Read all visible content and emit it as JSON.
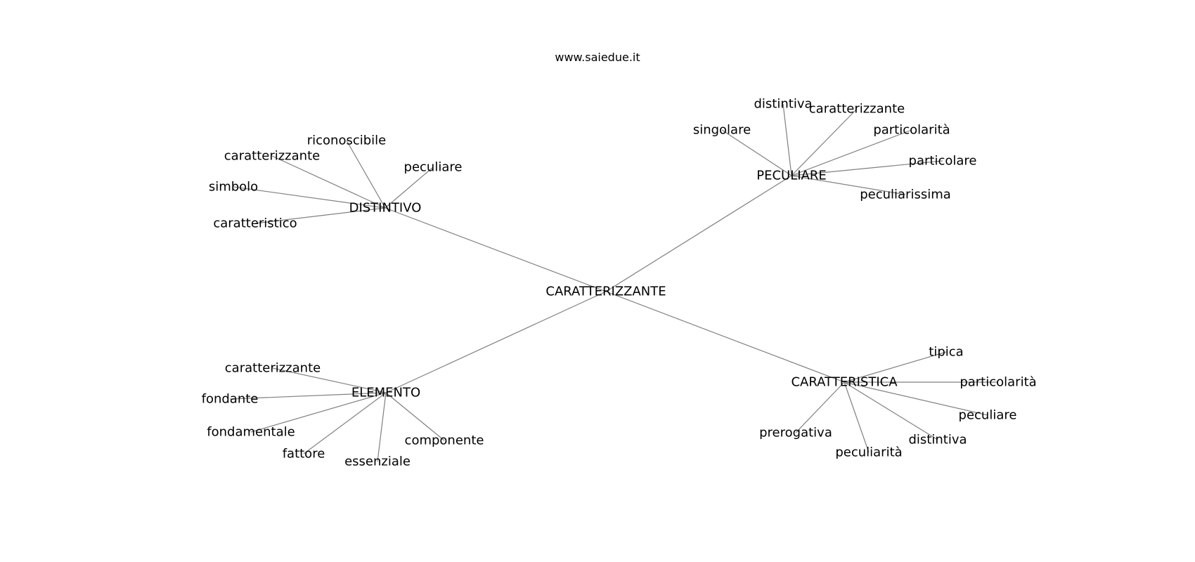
{
  "watermark": "www.saiedue.it",
  "edge_color": "#808080",
  "text_color": "#000000",
  "graph": {
    "root": "CARATTERIZZANTE",
    "branches": [
      {
        "label": "DISTINTIVO",
        "leaves": [
          "riconoscibile",
          "caratterizzante",
          "simbolo",
          "caratteristico",
          "peculiare"
        ]
      },
      {
        "label": "PECULIARE",
        "leaves": [
          "singolare",
          "distintiva",
          "caratterizzante",
          "particolarità",
          "particolare",
          "peculiarissima"
        ]
      },
      {
        "label": "ELEMENTO",
        "leaves": [
          "caratterizzante",
          "fondante",
          "fondamentale",
          "fattore",
          "essenziale",
          "componente"
        ]
      },
      {
        "label": "CARATTERISTICA",
        "leaves": [
          "tipica",
          "particolarità",
          "peculiare",
          "distintiva",
          "peculiarità",
          "prerogativa"
        ]
      }
    ]
  }
}
